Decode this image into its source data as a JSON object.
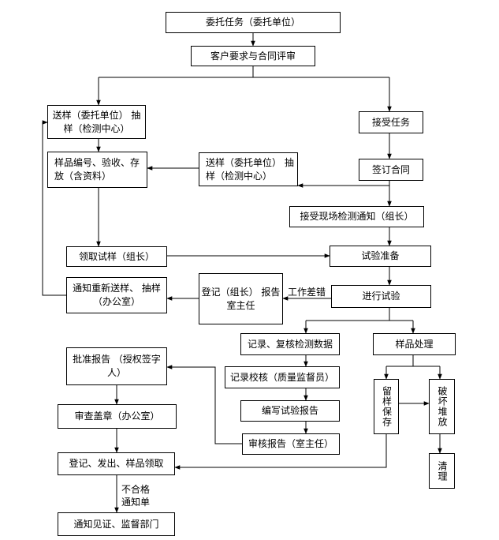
{
  "nodes": {
    "entrust_task": "委托任务（委托单位）",
    "contract_review": "客户要求与合同评审",
    "sample_delivery": "送样（委托单位）\n抽样（检测中心）",
    "accept_task": "接受任务",
    "sample_register": "样品编号、验收、存\n放（含资料）",
    "sample_delivery_2": "送样（委托单位）\n抽样（检测中心）",
    "sign_contract": "签订合同",
    "field_notice": "接受现场检测通知（组长）",
    "collect_sample": "领取试样（组长）",
    "test_prep": "试验准备",
    "resample_notice": "通知重新送样、\n抽样（办公室）",
    "register_leader": "登记（组长）\n报告室主任",
    "run_test": "进行试验",
    "record_data": "记录、复核检测数据",
    "sample_handling": "样品处理",
    "approve_report": "批准报告\n（授权签字人）",
    "record_check": "记录校核（质量监督员）",
    "retain_sample": "留样保存",
    "destroy_sample": "破坏堆放",
    "write_report": "编写试验报告",
    "review_seal": "审查盖章（办公室）",
    "review_report": "审核报告（室主任）",
    "clean_up": "清理",
    "register_issue": "登记、发出、样品领取",
    "notify": "通知见证、监督部门"
  },
  "edge_labels": {
    "work_error": "工作差错",
    "unqualified": "不合格\n通知单"
  }
}
